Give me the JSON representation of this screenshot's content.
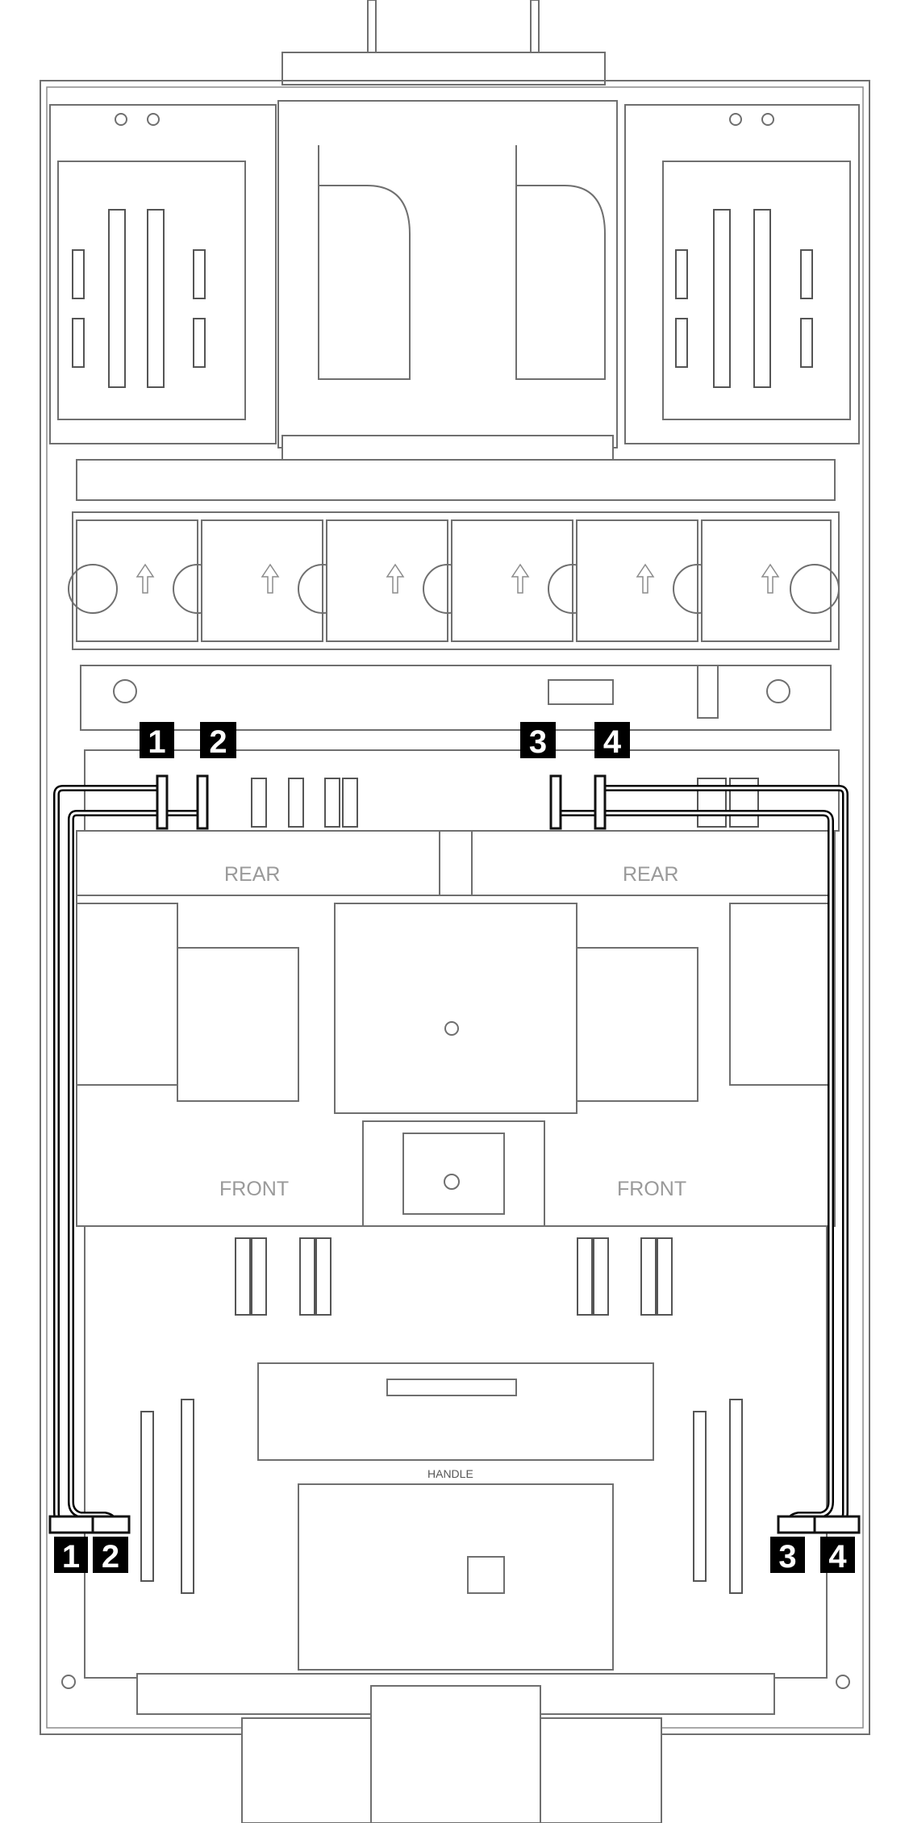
{
  "labels": {
    "rear_left": "REAR",
    "rear_right": "REAR",
    "front_left": "FRONT",
    "front_right": "FRONT",
    "handle": "HANDLE"
  },
  "callouts": {
    "top": [
      "1",
      "2",
      "3",
      "4"
    ],
    "bottom": [
      "1",
      "2",
      "3",
      "4"
    ]
  }
}
